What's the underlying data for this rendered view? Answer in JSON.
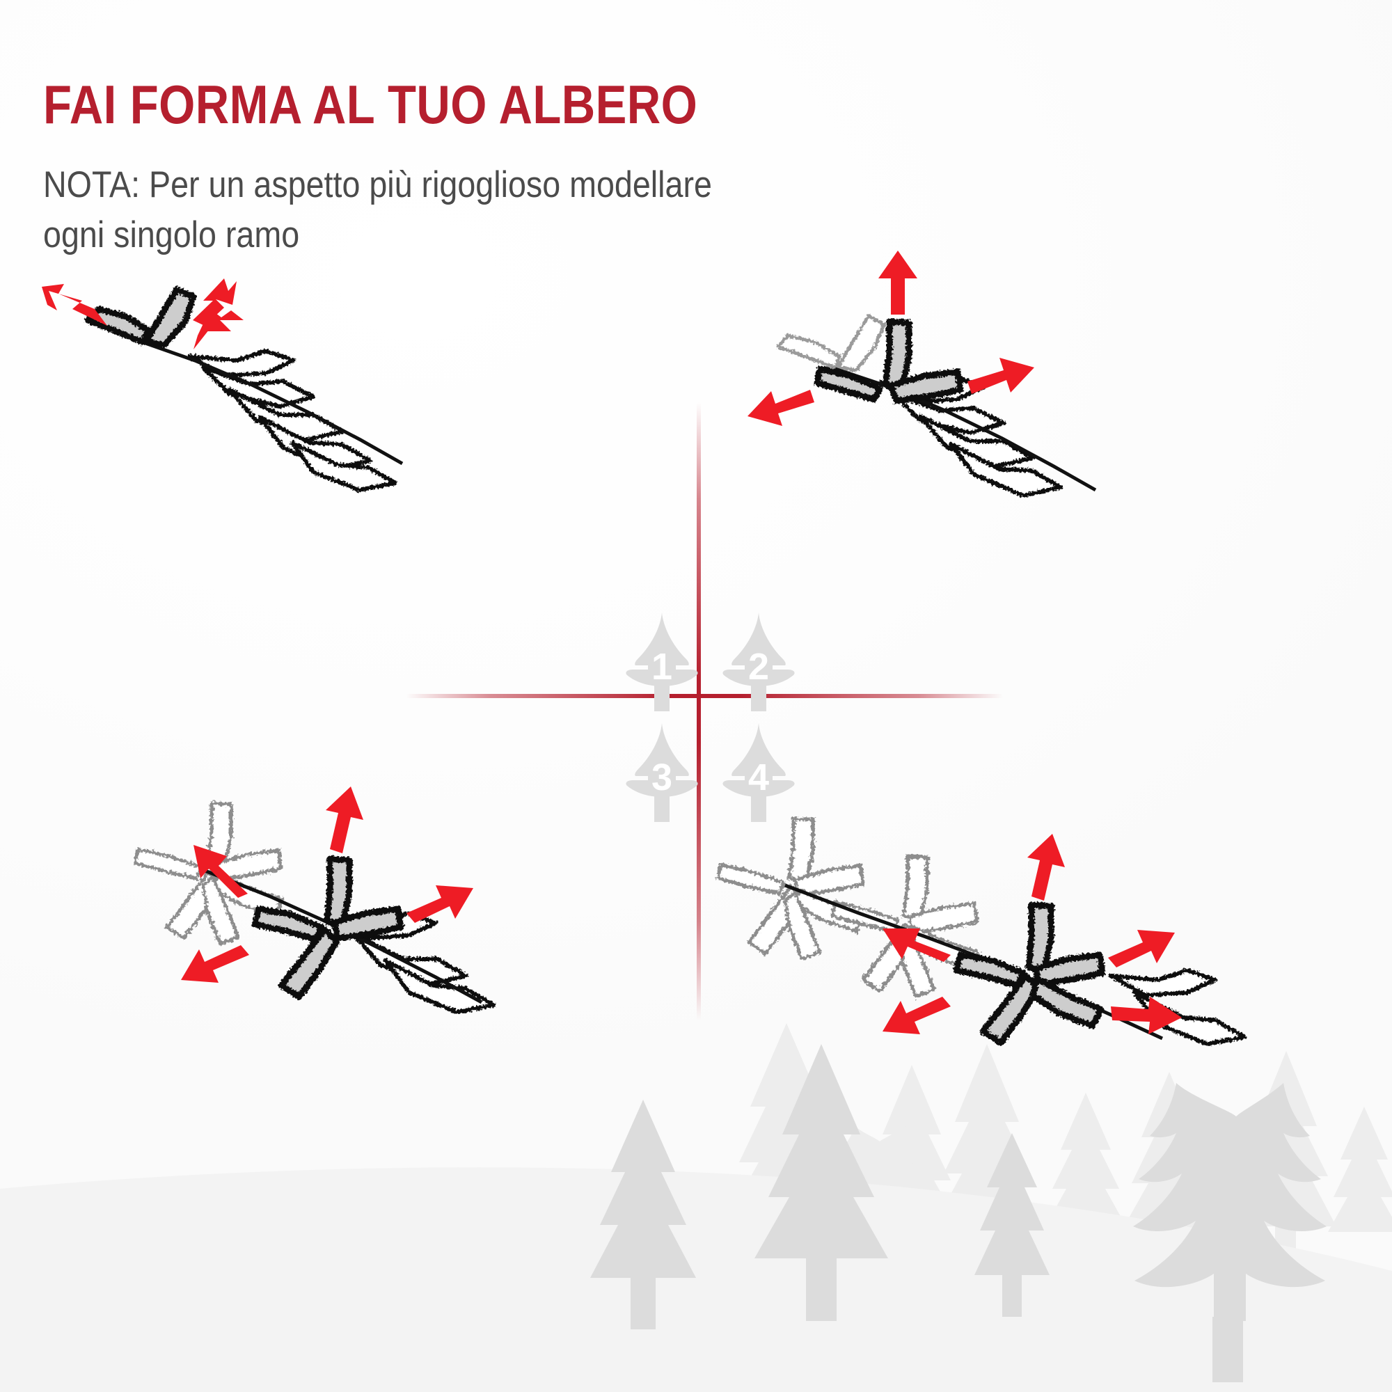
{
  "header": {
    "title": "FAI FORMA AL TUO ALBERO",
    "note": "NOTA: Per un aspetto più rigoglioso modellare\nogni singolo ramo"
  },
  "colors": {
    "title_red": "#b51f2e",
    "arrow_red": "#ee1c25",
    "note_gray": "#4b4b4b",
    "branch_fill_gray": "#cdcdcd",
    "badge_gray": "#dcdcdc",
    "badge_number": "#ffffff",
    "forest_far": "#ededed",
    "forest_near": "#dcdcdc",
    "snow_hill": "#f3f3f3",
    "background": "#fdfdfd"
  },
  "steps": [
    {
      "number": "1",
      "icon": "christmas-tree-icon"
    },
    {
      "number": "2",
      "icon": "christmas-tree-icon"
    },
    {
      "number": "3",
      "icon": "christmas-tree-icon"
    },
    {
      "number": "4",
      "icon": "christmas-tree-icon"
    }
  ],
  "panels": [
    {
      "step": "1",
      "name": "branch-shaping-step-1",
      "shaped_branches": 2,
      "arrows": [
        {
          "direction": "up-right",
          "name": "arrow-up-right"
        },
        {
          "direction": "up-left",
          "name": "arrow-up-left"
        }
      ]
    },
    {
      "step": "2",
      "name": "branch-shaping-step-2",
      "shaped_branches": 3,
      "arrows": [
        {
          "direction": "up",
          "name": "arrow-up"
        },
        {
          "direction": "right",
          "name": "arrow-right"
        },
        {
          "direction": "left",
          "name": "arrow-left"
        }
      ]
    },
    {
      "step": "3",
      "name": "branch-shaping-step-3",
      "shaped_branches": 4,
      "arrows": [
        {
          "direction": "up",
          "name": "arrow-up"
        },
        {
          "direction": "up-right",
          "name": "arrow-up-right"
        },
        {
          "direction": "up-left",
          "name": "arrow-up-left"
        },
        {
          "direction": "down-left",
          "name": "arrow-down-left"
        }
      ]
    },
    {
      "step": "4",
      "name": "branch-shaping-step-4",
      "shaped_branches": 5,
      "arrows": [
        {
          "direction": "up",
          "name": "arrow-up"
        },
        {
          "direction": "up-right",
          "name": "arrow-up-right"
        },
        {
          "direction": "right",
          "name": "arrow-right"
        },
        {
          "direction": "up-left",
          "name": "arrow-up-left"
        },
        {
          "direction": "down-left",
          "name": "arrow-down-left"
        }
      ]
    }
  ],
  "scenery": {
    "name": "winter-forest-silhouette",
    "tree_count": 12
  }
}
